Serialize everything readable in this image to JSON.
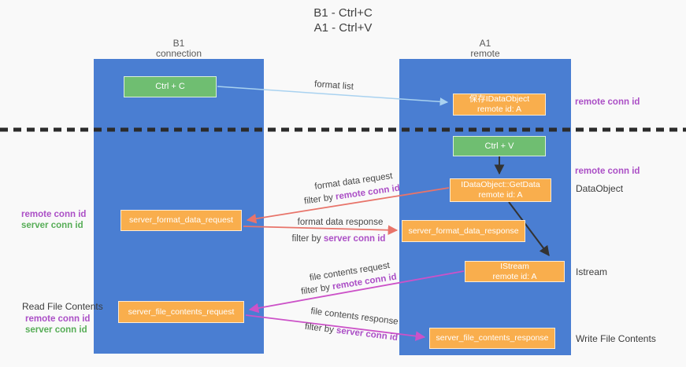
{
  "title": {
    "line1": "B1 - Ctrl+C",
    "line2": "A1 - Ctrl+V"
  },
  "lanes": {
    "left": {
      "line1": "B1",
      "line2": "connection"
    },
    "right": {
      "line1": "A1",
      "line2": "remote"
    }
  },
  "nodes": {
    "ctrl_c": {
      "label": "Ctrl + C"
    },
    "ctrl_v": {
      "label": "Ctrl + V"
    },
    "save_idataobject": {
      "line1": "保存IDataObject",
      "line2": "remote id: A"
    },
    "getdata": {
      "line1": "IDataObject::GetData",
      "line2": "remote id: A"
    },
    "istream": {
      "line1": "IStream",
      "line2": "remote id: A"
    },
    "format_request": {
      "label": "server_format_data_request"
    },
    "format_response": {
      "label": "server_format_data_response"
    },
    "file_request": {
      "label": "server_file_contents_request"
    },
    "file_response": {
      "label": "server_file_contents_response"
    }
  },
  "edge_labels": {
    "format_list": "format list",
    "format_request": {
      "text": "format data request",
      "filter_prefix": "filter by",
      "filter_id": "remote conn id"
    },
    "format_response": {
      "text": "format data response",
      "filter_prefix": "filter by",
      "filter_id": "server conn id"
    },
    "file_request": {
      "text": "file contents request",
      "filter_prefix": "filter by",
      "filter_id": "remote conn id"
    },
    "file_response": {
      "text": "file contents response",
      "filter_prefix": "filter by",
      "filter_id": "server conn id"
    }
  },
  "side_labels": {
    "remote_conn_right_top": "remote conn id",
    "remote_conn_right_mid": "remote conn id",
    "dataobject": "DataObject",
    "istream": "Istream",
    "write_file": "Write File Contents",
    "read_file": "Read File Contents",
    "remote_conn_left_1": "remote conn id",
    "server_conn_left_1": "server conn id",
    "remote_conn_left_2": "remote conn id",
    "server_conn_left_2": "server conn id"
  },
  "colors": {
    "lane": "#4a7ed2",
    "green_box": "#6fbe71",
    "orange_box": "#f9ae4d",
    "purple": "#ab4fc6",
    "green_label": "#57ad57",
    "salmon_arrow": "#e8746a",
    "magenta_arrow": "#cc52c8",
    "blue_arrow": "#a9d2f0",
    "black_arrow": "#333333",
    "divider": "#2b2b2b"
  }
}
